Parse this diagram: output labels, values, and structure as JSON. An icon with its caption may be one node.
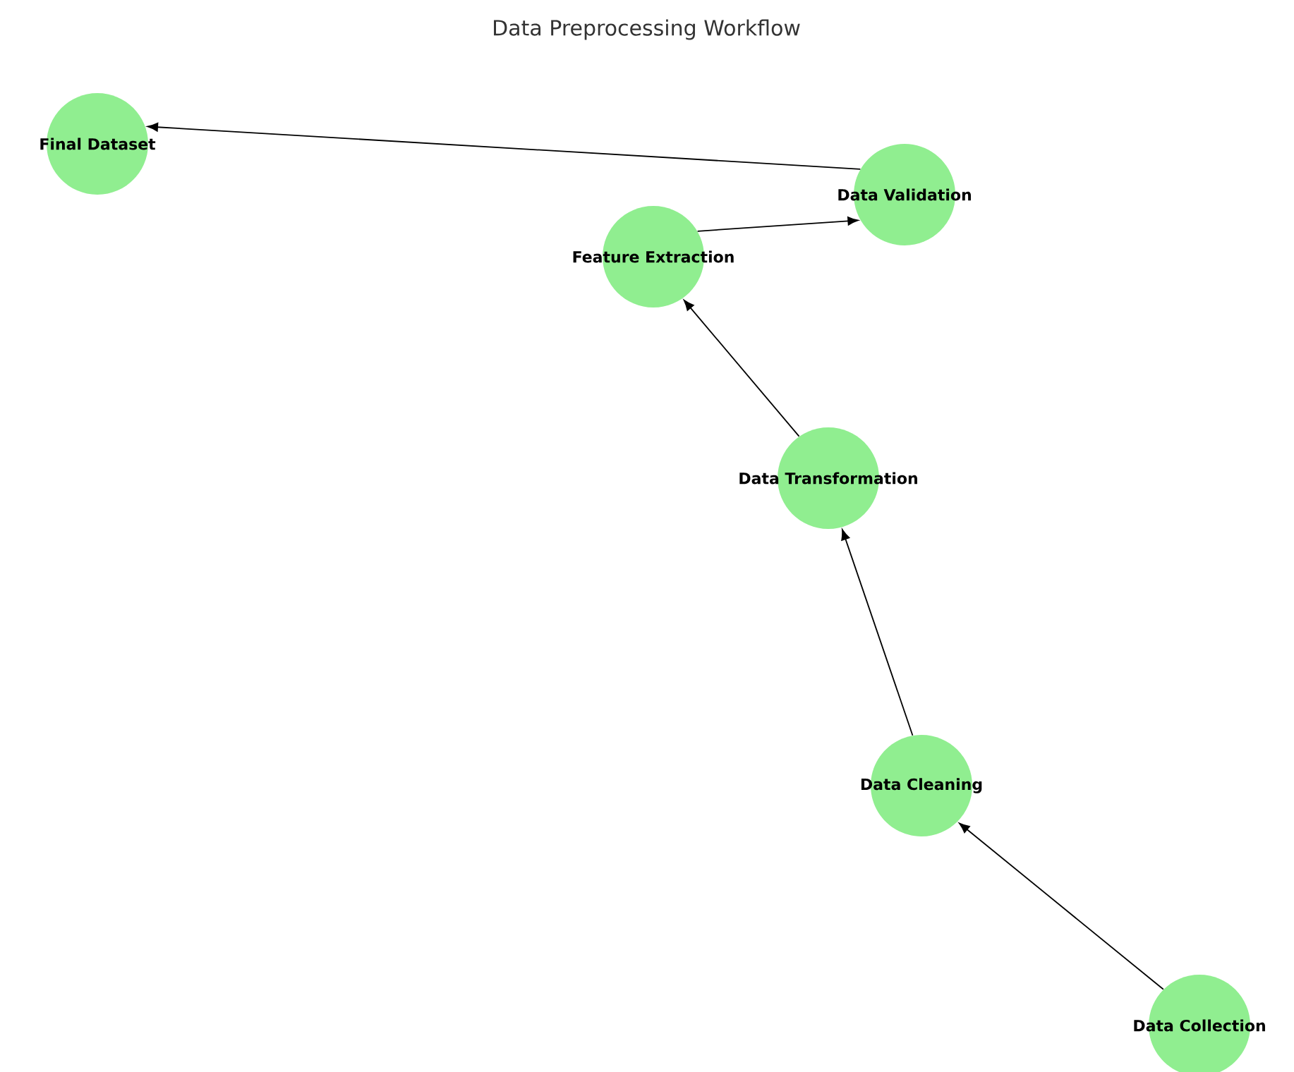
{
  "diagram": {
    "title": "Data Preprocessing Workflow",
    "nodes": [
      {
        "text": [
          "Final Dataset"
        ]
      },
      {
        "text": [
          "Data Validation"
        ]
      },
      {
        "text": [
          "Feature Extraction"
        ]
      },
      {
        "text": [
          "Data Transformation"
        ]
      },
      {
        "text": [
          "Data Cleaning"
        ]
      },
      {
        "text": [
          "Data Collection"
        ]
      }
    ],
    "edges": [
      {
        "from": 5,
        "to": 4,
        "arrow": "to"
      },
      {
        "from": 4,
        "to": 3,
        "arrow": "to"
      },
      {
        "from": 3,
        "to": 2,
        "arrow": "to"
      },
      {
        "from": 2,
        "to": 1,
        "arrow": "to"
      },
      {
        "from": 1,
        "to": 0,
        "arrow": "to"
      }
    ]
  }
}
